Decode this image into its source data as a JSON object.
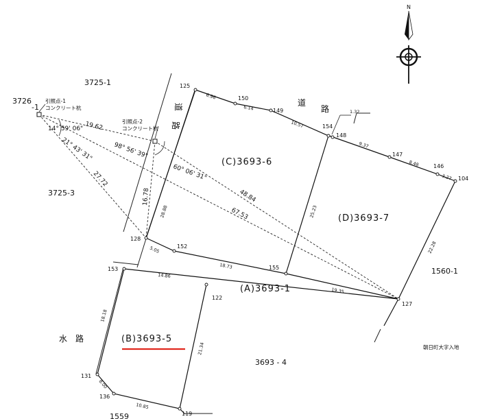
{
  "north_label": "N",
  "ref_points": {
    "rp1_label": "引照点-1",
    "rp1_sub": "コンクリート杭",
    "rp1_id": "3726",
    "rp1_id2": "-1",
    "rp2_label": "引照点-2",
    "rp2_sub": "コンクリート杭"
  },
  "areas": {
    "a3725_1": "3725-1",
    "a3725_3": "3725-3",
    "a1560_1": "1560-1",
    "a3693_4": "3693 - 4",
    "a1559": "1559"
  },
  "lots": {
    "A": "(A)3693-1",
    "B": "(B)3693-5",
    "C": "(C)3693-6",
    "D": "(D)3693-7"
  },
  "roads": {
    "road_top_1": "道",
    "road_top_2": "路",
    "road_left_1": "道",
    "road_left_2": "路",
    "water_1": "水",
    "water_2": "路"
  },
  "place_name": "朝日町大字入地",
  "points": {
    "p125": "125",
    "p150": "150",
    "p149": "149",
    "p154": "154",
    "p148": "148",
    "p147": "147",
    "p146": "146",
    "p104": "104",
    "p128": "128",
    "p152": "152",
    "p155": "155",
    "p127": "127",
    "p153": "153",
    "p122": "122",
    "p131": "131",
    "p136": "136",
    "p119": "119"
  },
  "dims": {
    "d125_150": "6.96",
    "d150_149": "6.14",
    "d149_154": "10.57",
    "d154_148": "1.32",
    "d148_147": "9.37",
    "d147_146": "8.48",
    "d146_104": "3.27",
    "d104_127": "22.28",
    "d154_155": "25.23",
    "d125_128": "28.88",
    "d128_152": "5.05",
    "d152_155": "18.73",
    "d155_127": "19.35",
    "d153_127": "14.86",
    "d153_131": "18.18",
    "d131_136": "8.00",
    "d136_119": "10.85",
    "d122_119": "21.34",
    "rp_to_rp2": "19.62",
    "rp2_128": "16.78",
    "rp_to_128": "27.72",
    "rp2_127": "48.84",
    "rp_to_127": "67.53"
  },
  "angles": {
    "a1": "14° 59' 06\"",
    "a2": "21° 43' 31\"",
    "a3": "98° 56' 39\"",
    "a4": "60° 06' 31\""
  },
  "highlight_color": "#e0281e"
}
